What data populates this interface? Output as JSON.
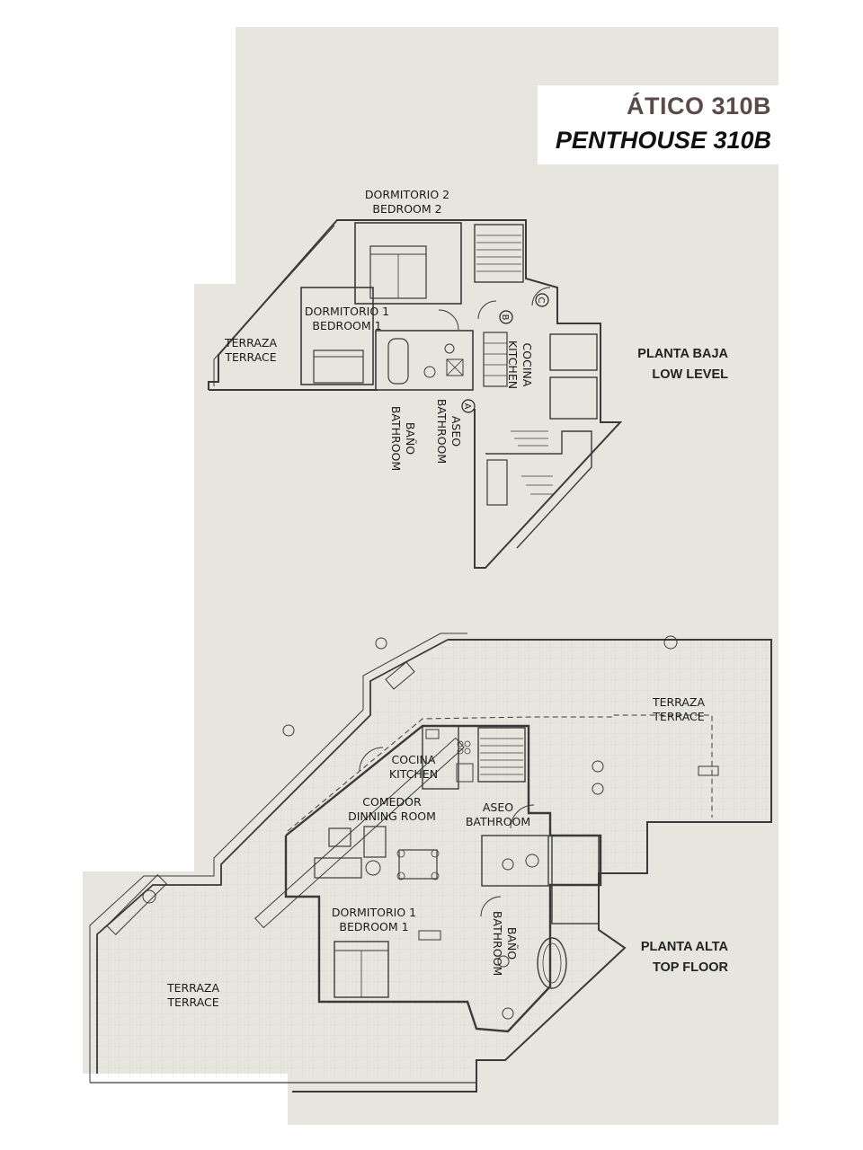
{
  "title": {
    "line1": "ÁTICO 310B",
    "line2": "PENTHOUSE 310B"
  },
  "levels": {
    "low": {
      "es": "PLANTA BAJA",
      "en": "LOW LEVEL"
    },
    "top": {
      "es": "PLANTA ALTA",
      "en": "TOP FLOOR"
    }
  },
  "low_rooms": {
    "bedroom2": {
      "es": "DORMITORIO 2",
      "en": "BEDROOM 2"
    },
    "bedroom1": {
      "es": "DORMITORIO 1",
      "en": "BEDROOM 1"
    },
    "terrace": {
      "es": "TERRAZA",
      "en": "TERRACE"
    },
    "kitchen": {
      "es": "COCINA",
      "en": "KITCHEN"
    },
    "bath": {
      "es": "BAÑO",
      "en": "BATHROOM"
    },
    "aseo": {
      "es": "ASEO",
      "en": "BATHROOM"
    },
    "markers": {
      "a": "A",
      "b": "B",
      "c": "C"
    }
  },
  "top_rooms": {
    "terrace_top": {
      "es": "TERRAZA",
      "en": "TERRACE"
    },
    "kitchen": {
      "es": "COCINA",
      "en": "KITCHEN"
    },
    "dining": {
      "es": "COMEDOR",
      "en": "DINNING ROOM"
    },
    "aseo": {
      "es": "ASEO",
      "en": "BATHROOM"
    },
    "bedroom1": {
      "es": "DORMITORIO 1",
      "en": "BEDROOM 1"
    },
    "bath": {
      "es": "BAÑO",
      "en": "BATHROOM"
    },
    "terrace_left": {
      "es": "TERRAZA",
      "en": "TERRACE"
    }
  },
  "colors": {
    "background": "#e6e6de",
    "walls": "#3a3a3a",
    "grid": "#d4d4cc",
    "title_accent": "#5a4a4c"
  }
}
